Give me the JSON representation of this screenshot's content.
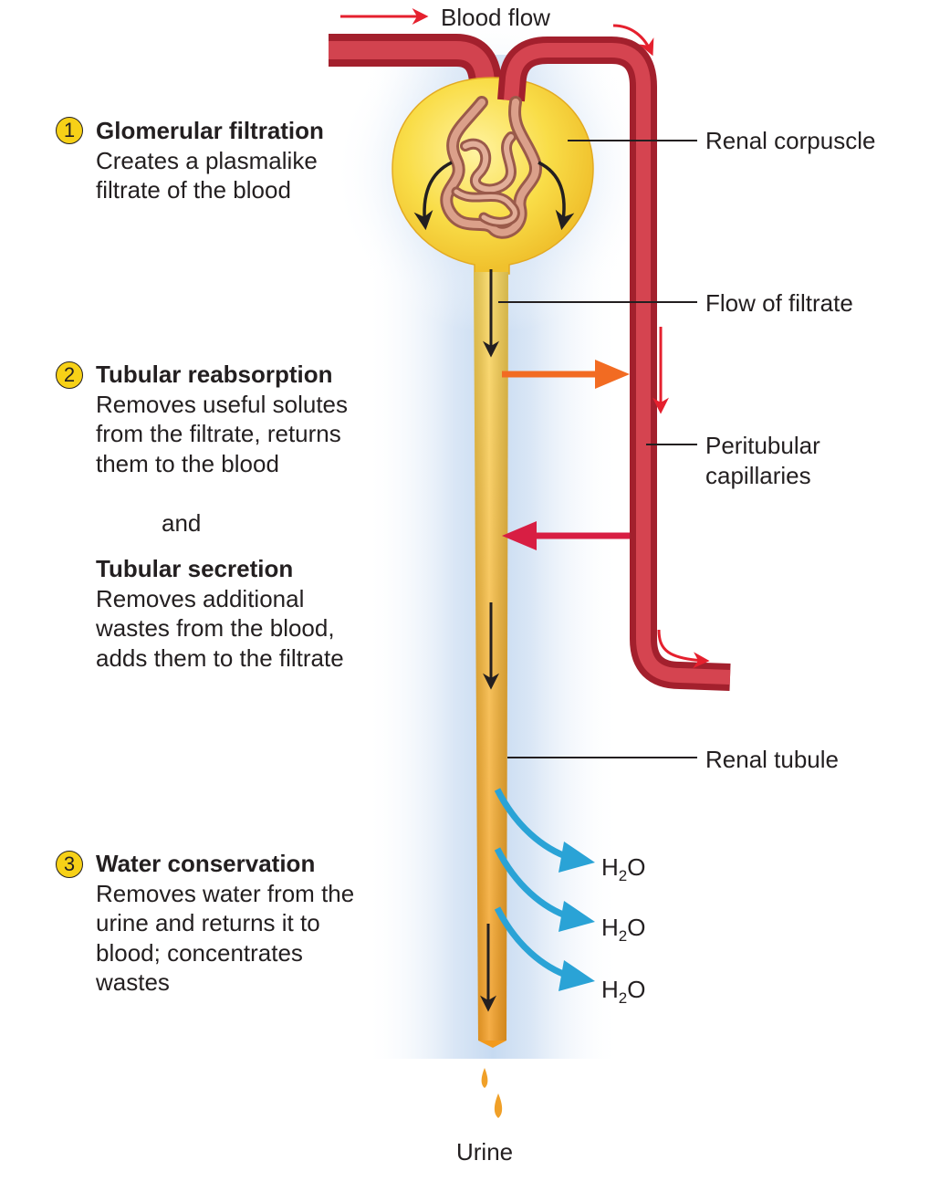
{
  "labels": {
    "blood_flow": "Blood flow",
    "renal_corpuscle": "Renal corpuscle",
    "flow_of_filtrate": "Flow of filtrate",
    "peritubular_capillaries": [
      "Peritubular",
      "capillaries"
    ],
    "renal_tubule": "Renal tubule",
    "urine": "Urine",
    "and": "and"
  },
  "steps": [
    {
      "number": "1",
      "title": "Glomerular filtration",
      "lines": [
        "Creates a plasmalike",
        "filtrate of the blood"
      ]
    },
    {
      "number": "2",
      "title": "Tubular reabsorption",
      "lines": [
        "Removes useful solutes",
        "from the filtrate, returns",
        "them to the blood"
      ]
    },
    {
      "number": "3",
      "title": "Water conservation",
      "lines": [
        "Removes water from the",
        "urine and returns it to",
        "blood; concentrates",
        "wastes"
      ]
    }
  ],
  "secretion": {
    "title": "Tubular secretion",
    "lines": [
      "Removes additional",
      "wastes from the blood,",
      "adds them to the filtrate"
    ]
  },
  "water": [
    {
      "symbol": "H",
      "subscript": "2",
      "suffix": "O"
    },
    {
      "symbol": "H",
      "subscript": "2",
      "suffix": "O"
    },
    {
      "symbol": "H",
      "subscript": "2",
      "suffix": "O"
    }
  ],
  "colors": {
    "blood": "#c8323f",
    "blood_dark": "#a3202d",
    "filtrate": "#f5b335",
    "corpuscle": "#f8dc45",
    "reabsorption_arrow": "#f26b22",
    "secretion_arrow": "#d81e43",
    "water_arrow": "#2aa3d6",
    "step_badge": "#f7d117",
    "glow": "#c9dcf2"
  }
}
